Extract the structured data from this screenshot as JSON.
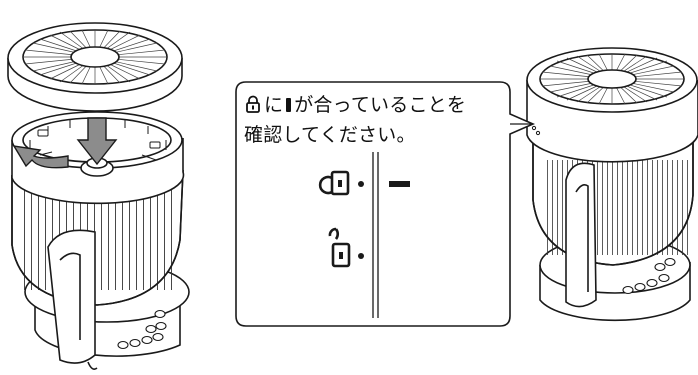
{
  "callout": {
    "line1_after_lock_icon": "に",
    "line1_after_bar_mark": "が合っていることを",
    "line2": "確認してください。"
  },
  "icons": {
    "inline_lock": "lock-closed-icon",
    "inline_mark": "alignment-bar-mark",
    "locked_symbol": "lock-closed-icon",
    "unlocked_symbol": "lock-open-icon",
    "rotate_arrow": "rotate-counterclockwise-arrow",
    "down_arrow": "insert-down-arrow"
  },
  "colors": {
    "line": "#1a1a1a",
    "arrow_fill": "#8c8c8c",
    "fill": "#ffffff"
  }
}
